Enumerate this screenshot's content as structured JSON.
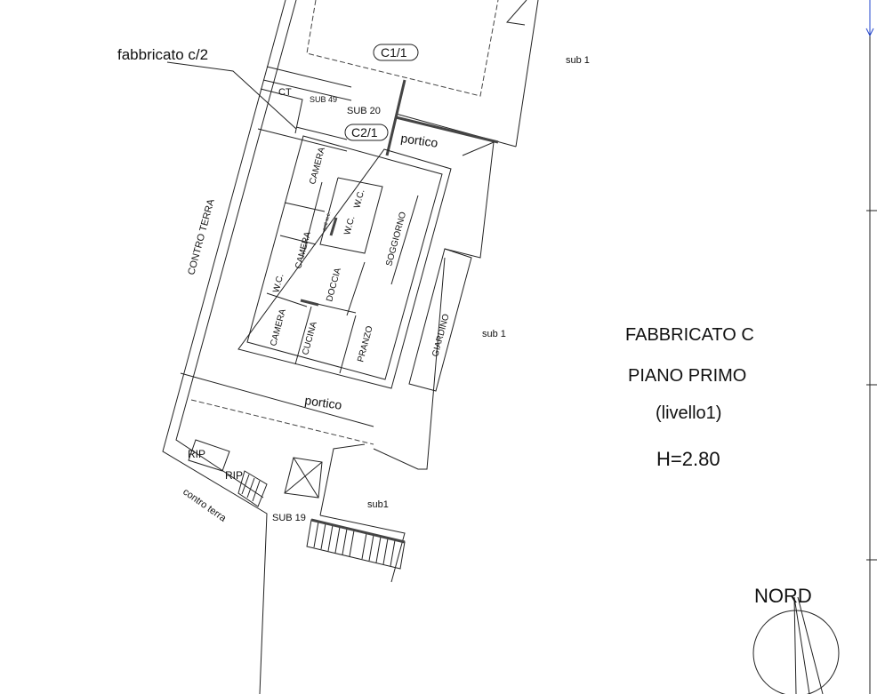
{
  "title": {
    "building": "FABBRICATO C",
    "floor": "PIANO PRIMO",
    "level": "(livello1)",
    "height": "H=2.80"
  },
  "north_label": "NORD",
  "callout": "fabbricato c/2",
  "tags": {
    "c1": "C1/1",
    "c2": "C2/1"
  },
  "labels": {
    "ct": "CT",
    "sub49": "SUB 49",
    "sub20": "SUB 20",
    "sub19": "SUB 19",
    "sub1_top": "sub 1",
    "sub1_mid": "sub 1",
    "sub1_bottom": "sub1",
    "contro_terra_upper": "CONTRO TERRA",
    "contro_terra_lower": "contro terra",
    "rip1": "RIP",
    "rip2": "RIP",
    "portico_top": "portico",
    "portico_bottom": "portico",
    "giardino": "GIARDINO"
  },
  "rooms": {
    "camera1": "CAMERA",
    "camera2": "CAMERA",
    "camera3": "CAMERA",
    "anti_wc": "anti w.c.",
    "wc1": "W.C.",
    "wc2": "W.C.",
    "wc3": "W.C.",
    "doccia": "DOCCIA",
    "soggiorno": "SOGGIORNO",
    "cucina": "CUCINA",
    "pranzo": "PRANZO"
  }
}
